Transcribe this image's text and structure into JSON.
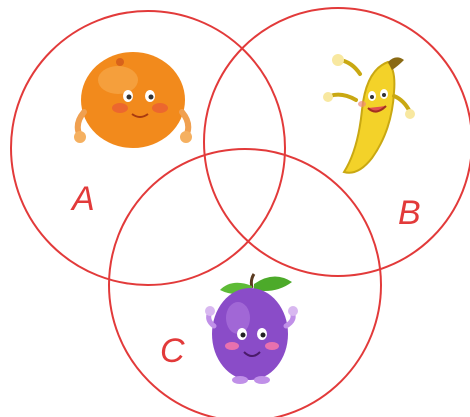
{
  "diagram": {
    "type": "venn-3",
    "sets": [
      {
        "label": "A",
        "item": "orange"
      },
      {
        "label": "B",
        "item": "banana"
      },
      {
        "label": "C",
        "item": "plum"
      }
    ],
    "colors": {
      "circle_stroke": "#e23a3a",
      "label": "#e23a3a",
      "orange": "#f28a1c",
      "banana": "#f3d229",
      "plum": "#8a4cc8",
      "leaf": "#4caa2a"
    },
    "icons": [
      "orange-character-icon",
      "banana-character-icon",
      "plum-character-icon"
    ]
  }
}
